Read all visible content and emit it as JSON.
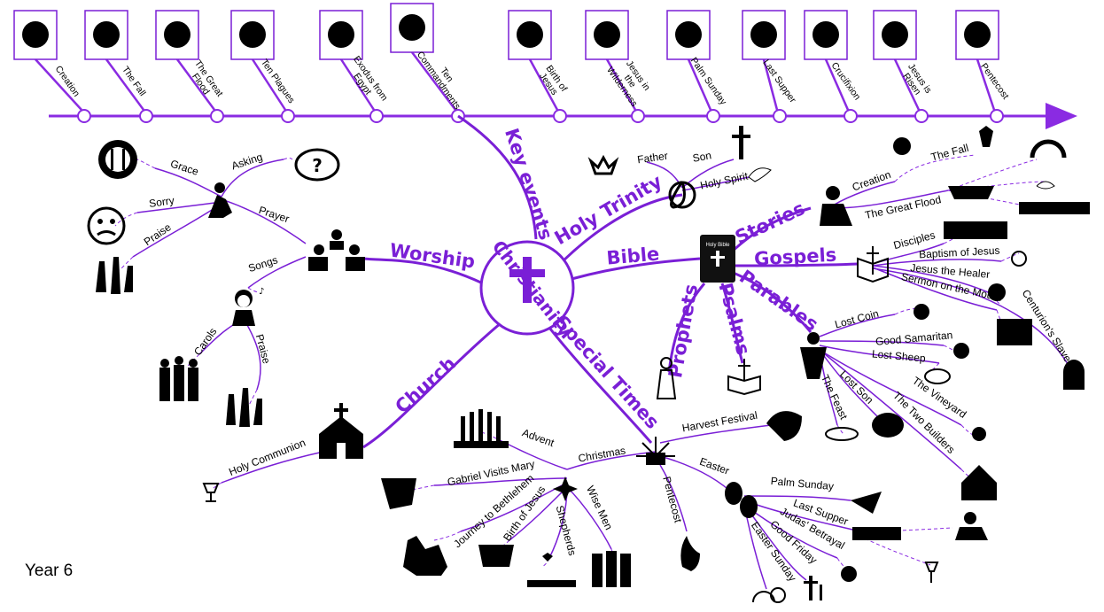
{
  "year_label": "Year 6",
  "center": {
    "label": "Christianity",
    "accent": "#7a1fd6"
  },
  "colors": {
    "branch": "#7a1fd6",
    "timeline": "#8a2be2",
    "icon_border": "#7a1fd6",
    "dash": "#8a2be2"
  },
  "timeline": [
    {
      "label": "Creation",
      "icon": "globe-hands-icon"
    },
    {
      "label": "The Fall",
      "icon": "tree-serpent-icon"
    },
    {
      "label": "The Great Flood",
      "icon": "ark-icon"
    },
    {
      "label": "Ten Plagues",
      "icon": "plague-icon"
    },
    {
      "label": "Exodus from Egypt",
      "icon": "exodus-icon"
    },
    {
      "label": "Ten Commandments",
      "icon": "tablets-icon"
    },
    {
      "label": "Birth of Jesus",
      "icon": "nativity-icon"
    },
    {
      "label": "Jesus in the Wilderness",
      "icon": "wilderness-icon"
    },
    {
      "label": "Palm Sunday",
      "icon": "palms-icon"
    },
    {
      "label": "Last Supper",
      "icon": "chalice-icon"
    },
    {
      "label": "Crucifixion",
      "icon": "three-crosses-icon"
    },
    {
      "label": "Jesus is Risen",
      "icon": "empty-tomb-icon"
    },
    {
      "label": "Pentecost",
      "icon": "pentecost-icon"
    }
  ],
  "branches": {
    "key_events": "Key events",
    "holy_trinity": "Holy Trinity",
    "bible": "Bible",
    "worship": "Worship",
    "church": "Church",
    "special_times": "Special Times",
    "stories": "Stories",
    "gospels": "Gospels",
    "parables": "Parables",
    "prophets": "Prophets",
    "psalms": "Psalms"
  },
  "trinity": {
    "father": "Father",
    "son": "Son",
    "spirit": "Holy Spirit"
  },
  "worship": {
    "prayer": "Prayer",
    "grace": "Grace",
    "asking": "Asking",
    "sorry": "Sorry",
    "praise": "Praise",
    "songs": "Songs",
    "carols": "Carols",
    "song_praise": "Praise"
  },
  "church": {
    "communion": "Holy Communion"
  },
  "bible_book_label": "Holy Bible",
  "stories": {
    "creation": "Creation",
    "fall": "The Fall",
    "flood": "The Great Flood"
  },
  "gospels": {
    "disciples": "Disciples",
    "baptism": "Baptism of Jesus",
    "healer": "Jesus the Healer",
    "sermon": "Sermon on the Mount",
    "centurion": "Centurion's Slave"
  },
  "parables": {
    "lost_coin": "Lost Coin",
    "good_samaritan": "Good Samaritan",
    "lost_sheep": "Lost Sheep",
    "vineyard": "The Vineyard",
    "builders": "The Two  Builders",
    "lost_son": "Lost Son",
    "feast": "The Feast"
  },
  "special": {
    "christmas": "Christmas",
    "advent": "Advent",
    "gabriel": "Gabriel Visits Mary",
    "journey": "Journey to Bethlehem",
    "birth": "Birth of Jesus",
    "shepherds": "Shepherds",
    "wise_men": "Wise Men",
    "harvest": "Harvest Festival",
    "easter": "Easter",
    "pentecost": "Pentecost",
    "palm_sunday": "Palm Sunday",
    "last_supper": "Last Supper",
    "betrayal": "Judas' Betrayal",
    "good_friday": "Good Friday",
    "easter_sunday": "Easter Sunday"
  }
}
